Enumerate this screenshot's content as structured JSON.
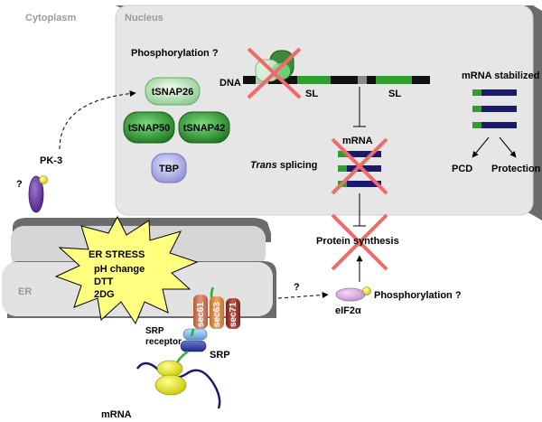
{
  "regions": {
    "cytoplasm": "Cytoplasm",
    "nucleus": "Nucleus",
    "er": "ER"
  },
  "nucleus_panel": {
    "phosphorylation": "Phosphorylation ?",
    "dna": "DNA",
    "sl_left": "SL",
    "sl_right": "SL",
    "mrna": "mRNA",
    "trans": "Trans",
    "splicing": " splicing",
    "proteins": {
      "tsnap26": "tSNAP26",
      "tsnap50": "tSNAP50",
      "tsnap42": "tSNAP42",
      "tbp": "TBP"
    }
  },
  "right_panel": {
    "mrna_stabilized": "mRNA stabilized",
    "pcd": "PCD",
    "protection": "Protection"
  },
  "kinase": {
    "label": "PK-3",
    "question": "?"
  },
  "er_stress": {
    "title": "ER STRESS",
    "line1": "pH change",
    "line2": "DTT",
    "line3": "2DG"
  },
  "translocon": {
    "sec61": "sec61",
    "sec63": "sec63",
    "sec71": "sec71",
    "srp_receptor_1": "SRP",
    "srp_receptor_2": "receptor",
    "srp": "SRP",
    "mrna": "mRNA"
  },
  "translation": {
    "protein_synthesis": "Protein synthesis",
    "eif2a_prefix": "eIF2",
    "eif2a_alpha": "α",
    "phosphorylation": "Phosphorylation ?",
    "question": "?"
  },
  "colors": {
    "panel": "#e6e6e6",
    "panel_shadow": "#6b6b6b",
    "tsnap_green": "#3da63d",
    "tbp_purple": "#a9a9e8",
    "pk3_purple": "#6a3fa0",
    "cross_red": "#f06a6a",
    "stress_yellow": "#ffff80",
    "sec61": "#c96d4e",
    "sec63": "#d8803e",
    "sec71": "#a0332b",
    "srp_blue": "#2c3a9e",
    "dna_green": "#2f9e2f",
    "mrna_navy": "#1a1a70"
  }
}
